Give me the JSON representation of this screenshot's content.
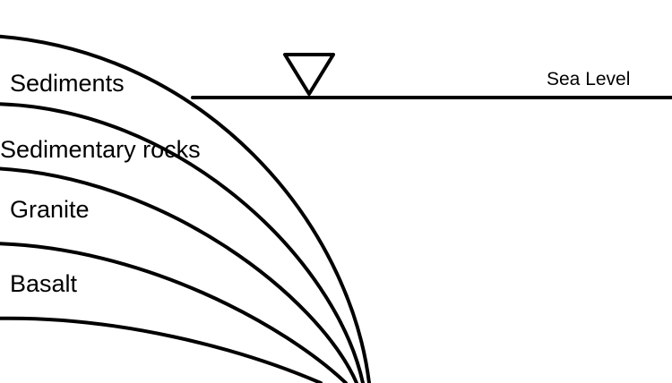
{
  "diagram": {
    "sea_level": {
      "label": "Sea Level",
      "marker_icon": "triangle-down-icon"
    },
    "layers": [
      {
        "id": "sediments",
        "label": "Sediments"
      },
      {
        "id": "sedimentary-rocks",
        "label": "Sedimentary rocks"
      },
      {
        "id": "granite",
        "label": "Granite"
      },
      {
        "id": "basalt",
        "label": "Basalt"
      }
    ],
    "colors": {
      "stroke": "#000000",
      "background": "#ffffff"
    }
  }
}
